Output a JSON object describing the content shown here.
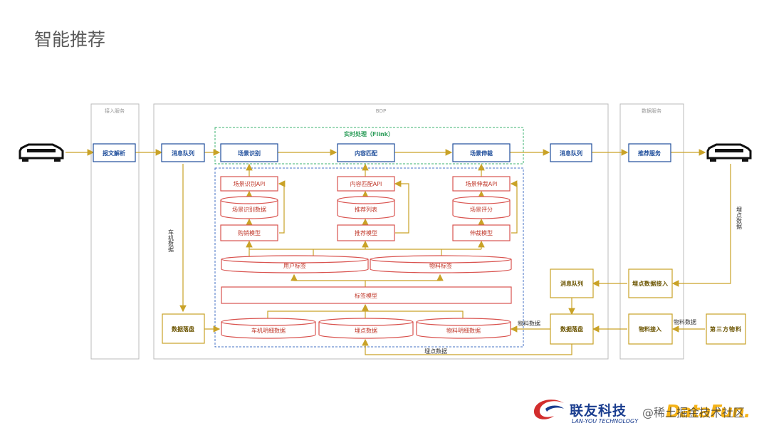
{
  "title": "智能推荐",
  "sections": {
    "access": "接入服务",
    "bdp": "BDP",
    "data_service": "数据服务",
    "realtime": "实时处理（Flink）"
  },
  "boxes": {
    "parse": "报文解析",
    "mq_left": "消息队列",
    "scene_identify": "场景识别",
    "content_match": "内容匹配",
    "scene_extend": "场景伸裁",
    "mq_right": "消息队列",
    "rec_service": "推荐服务",
    "scene_identify_api": "场景识别API",
    "content_match_api": "内容匹配API",
    "scene_extend_api": "场景伸裁API",
    "scene_identify_data": "场景识别数据",
    "rec_list": "推荐列表",
    "scene_score": "场景评分",
    "marketing_model": "购销模型",
    "rec_model": "推荐模型",
    "extend_model": "伸裁模型",
    "user_tag": "用户标签",
    "material_tag": "物料标签",
    "tag_model": "标签模型",
    "data_store_left": "数据落盘",
    "vehicle_detail": "车机明细数据",
    "point_data": "埋点数据",
    "material_detail": "物料明细数据",
    "mq_ds": "消息队列",
    "point_access": "埋点数据接入",
    "data_store_right": "数据落盘",
    "material_access": "物料接入",
    "third_party": "第三方物料"
  },
  "edge_labels": {
    "vehicle_data": "车机数据",
    "point_data_vertical": "埋点数据",
    "material_data_1": "物料数据",
    "material_data_2": "物料数据",
    "point_data_bottom": "埋点数据"
  },
  "icons": {
    "car_left": "car-icon",
    "car_right": "car-icon"
  },
  "colors": {
    "blue": "#1f4e9b",
    "red": "#d9534f",
    "gold": "#c9a227",
    "gold_text": "#8a6d00",
    "green": "#3cb371",
    "gray": "#bbbbbb"
  },
  "footer": {
    "logo_cn": "联友科技",
    "logo_en": "LAN-YOU TECHNOLOGY",
    "brand2": "DataFun.",
    "watermark": "@稀土掘金技术社区"
  }
}
